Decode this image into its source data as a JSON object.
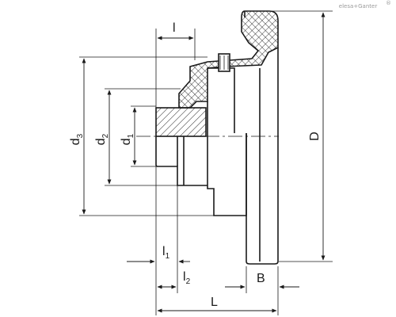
{
  "brand": {
    "logo_text": "elesa+Ganter",
    "mark": "®"
  },
  "dimensions": {
    "l": {
      "main": "l",
      "sub": ""
    },
    "l1": {
      "main": "l",
      "sub": "1"
    },
    "l2": {
      "main": "l",
      "sub": "2"
    },
    "L": {
      "main": "L",
      "sub": ""
    },
    "B": {
      "main": "B",
      "sub": ""
    },
    "D": {
      "main": "D",
      "sub": ""
    },
    "d1": {
      "main": "d",
      "sub": "1"
    },
    "d2": {
      "main": "d",
      "sub": "2"
    },
    "d3": {
      "main": "d",
      "sub": "3"
    }
  },
  "colors": {
    "line": "#1a1a1a",
    "hatch": "#1a1a1a",
    "background": "#ffffff"
  }
}
